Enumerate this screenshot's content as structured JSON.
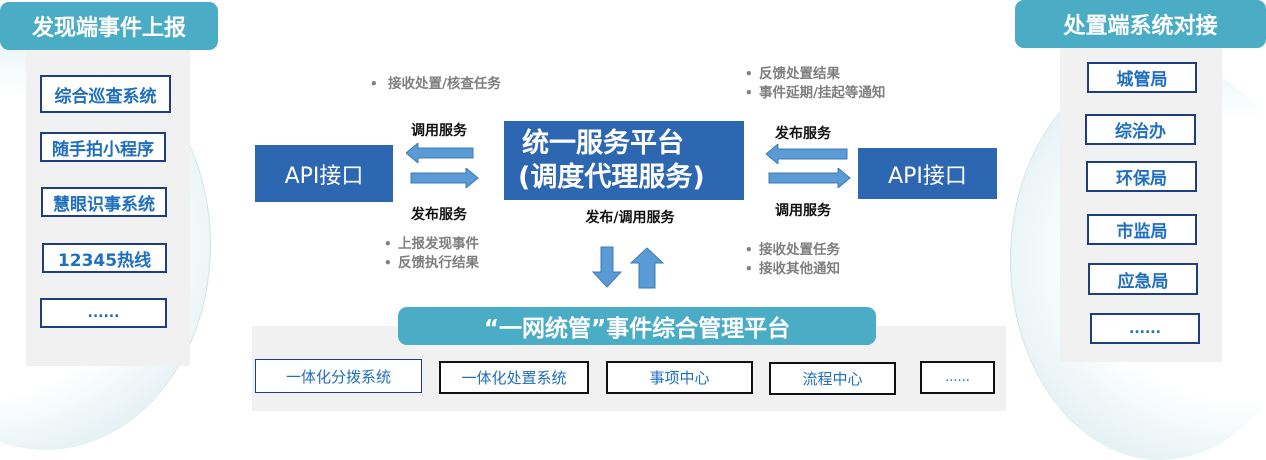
{
  "left_panel": {
    "title": "发现端事件上报",
    "items": [
      "综合巡查系统",
      "随手拍小程序",
      "慧眼识事系统",
      "12345热线",
      "......"
    ]
  },
  "right_panel": {
    "title": "处置端系统对接",
    "items": [
      "城管局",
      "综治办",
      "环保局",
      "市监局",
      "应急局",
      "......"
    ]
  },
  "left_api": {
    "label": "API接口"
  },
  "right_api": {
    "label": "API接口"
  },
  "center": {
    "title_line1": "统一服务平台",
    "title_line2": "(调度代理服务)",
    "caption": "发布/调用服务"
  },
  "left_link": {
    "top_label": "调用服务",
    "bottom_label": "发布服务",
    "top_notes": [
      "接收处置/核查任务"
    ],
    "bottom_notes": [
      "上报发现事件",
      "反馈执行结果"
    ]
  },
  "right_link": {
    "top_label": "发布服务",
    "bottom_label": "调用服务",
    "top_notes": [
      "反馈处置结果",
      "事件延期/挂起等通知"
    ],
    "bottom_notes": [
      "接收处置任务",
      "接收其他通知"
    ]
  },
  "bottom_panel": {
    "title": "“一网统管”事件综合管理平台",
    "items": [
      "一体化分拨系统",
      "一体化处置系统",
      "事项中心",
      "流程中心",
      "......"
    ]
  },
  "bullet": "•",
  "colors": {
    "header": "#4aacc5",
    "primary_blue": "#2e67b1",
    "arrow_blue": "#5b9bd5",
    "box_text": "#1f6fbe"
  }
}
